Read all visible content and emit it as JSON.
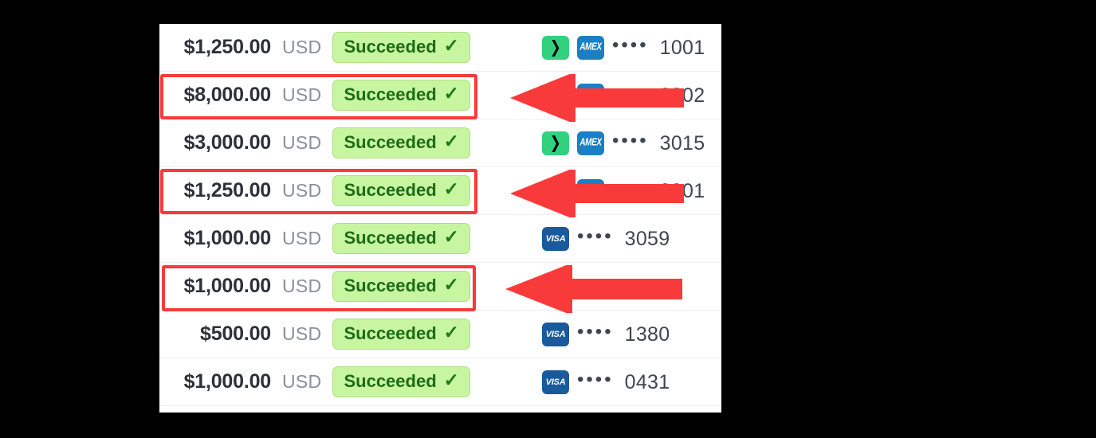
{
  "panel": {
    "name": "payments-list",
    "columns": [
      "amount",
      "currency",
      "status",
      "card"
    ],
    "rows": [
      {
        "amount": "$1,250.00",
        "currency": "USD",
        "status": "Succeeded",
        "status_check": "✓",
        "brands": [
          "link-icon",
          "amex-icon"
        ],
        "dots": "••••",
        "last4": "1001",
        "highlighted": false,
        "arrow": null
      },
      {
        "amount": "$8,000.00",
        "currency": "USD",
        "status": "Succeeded",
        "status_check": "✓",
        "brands": [
          "link-icon",
          "amex-icon"
        ],
        "dots": "••••",
        "last4": "0002",
        "highlighted": true,
        "arrow": "long"
      },
      {
        "amount": "$3,000.00",
        "currency": "USD",
        "status": "Succeeded",
        "status_check": "✓",
        "brands": [
          "link-icon",
          "amex-icon"
        ],
        "dots": "••••",
        "last4": "3015",
        "highlighted": false,
        "arrow": null
      },
      {
        "amount": "$1,250.00",
        "currency": "USD",
        "status": "Succeeded",
        "status_check": "✓",
        "brands": [
          "link-icon",
          "amex-icon"
        ],
        "dots": "••••",
        "last4": "0001",
        "highlighted": true,
        "arrow": "long"
      },
      {
        "amount": "$1,000.00",
        "currency": "USD",
        "status": "Succeeded",
        "status_check": "✓",
        "brands": [
          "visa-icon"
        ],
        "dots": "••••",
        "last4": "3059",
        "highlighted": false,
        "arrow": null
      },
      {
        "amount": "$1,000.00",
        "currency": "USD",
        "status": "Succeeded",
        "status_check": "✓",
        "brands": [
          "visa-icon"
        ],
        "dots": "••••",
        "last4": "",
        "highlighted": true,
        "arrow": "short"
      },
      {
        "amount": "$500.00",
        "currency": "USD",
        "status": "Succeeded",
        "status_check": "✓",
        "brands": [
          "visa-icon"
        ],
        "dots": "••••",
        "last4": "1380",
        "highlighted": false,
        "arrow": null
      },
      {
        "amount": "$1,000.00",
        "currency": "USD",
        "status": "Succeeded",
        "status_check": "✓",
        "brands": [
          "visa-icon"
        ],
        "dots": "••••",
        "last4": "0431",
        "highlighted": false,
        "arrow": null
      }
    ]
  },
  "brand_labels": {
    "link-icon": "❯",
    "amex-icon": "AMEX",
    "visa-icon": "VISA"
  },
  "colors": {
    "background": "#000000",
    "panel": "#ffffff",
    "amount_text": "#2e3138",
    "currency_text": "#8a8f98",
    "badge_bg": "#c8f5a0",
    "badge_border": "#aee07e",
    "badge_text": "#1d6c17",
    "row_divider": "#eceef1",
    "annotation_red": "#f83a3a",
    "link_green": "#32d17e",
    "amex_blue": "#1b7fc4",
    "visa_blue": "#1a5a9c"
  },
  "annotations": {
    "highlight_boxes": 3,
    "arrows": 3,
    "arrow_direction": "left"
  }
}
